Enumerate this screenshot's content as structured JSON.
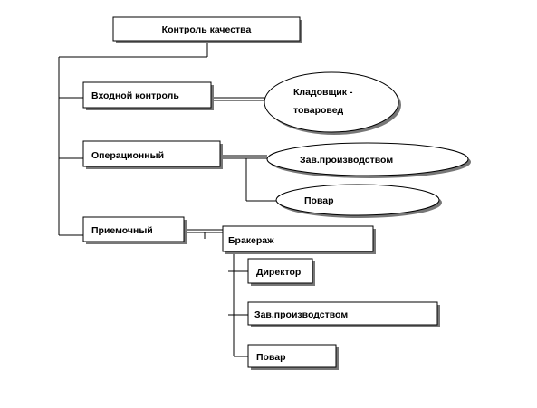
{
  "diagram": {
    "root": "Контроль качества",
    "categories": {
      "incoming": "Входной контроль",
      "operational": "Операционный",
      "acceptance": "Приемочный"
    },
    "performers": {
      "storekeeper_line1": "Кладовщик -",
      "storekeeper_line2": "товаровед",
      "production_head": "Зав.производством",
      "cook": "Повар"
    },
    "commission": {
      "title": "Бракераж",
      "members": [
        "Директор",
        "Зав.производством",
        "Повар"
      ]
    }
  }
}
